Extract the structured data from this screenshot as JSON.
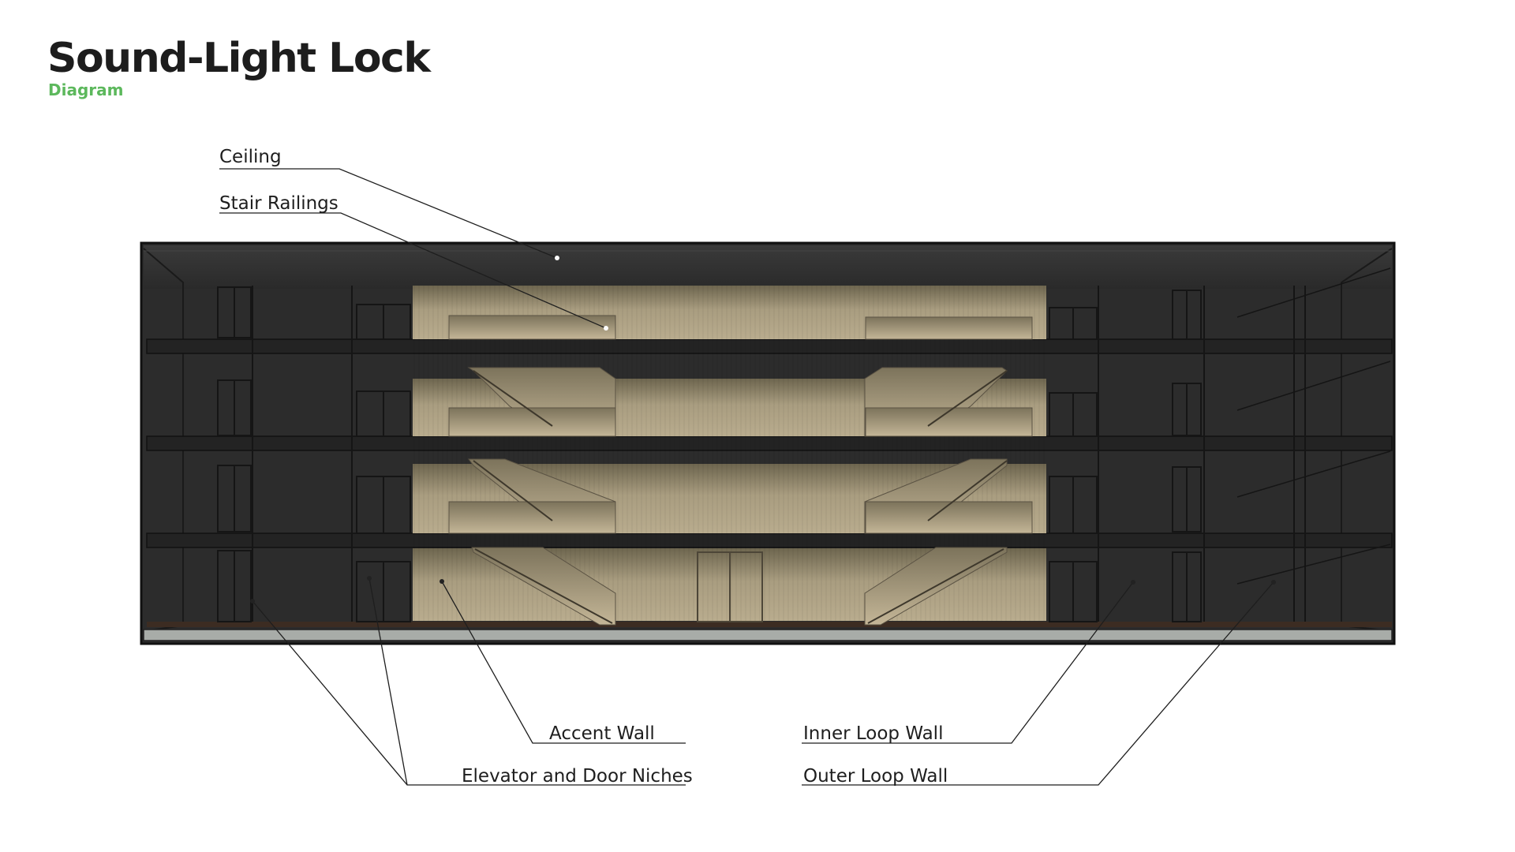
{
  "header": {
    "title": "Sound-Light Lock",
    "subtitle": "Diagram"
  },
  "colors": {
    "accent": "#5cb85c",
    "building_dark": "#2b2b2b",
    "accent_wall": "#b3a68a",
    "floor_strip": "#a8aca8"
  },
  "labels": {
    "ceiling": "Ceiling",
    "stair_railings": "Stair Railings",
    "accent_wall": "Accent Wall",
    "elevator_door_niches": "Elevator and Door Niches",
    "inner_loop_wall": "Inner Loop Wall",
    "outer_loop_wall": "Outer Loop Wall"
  }
}
